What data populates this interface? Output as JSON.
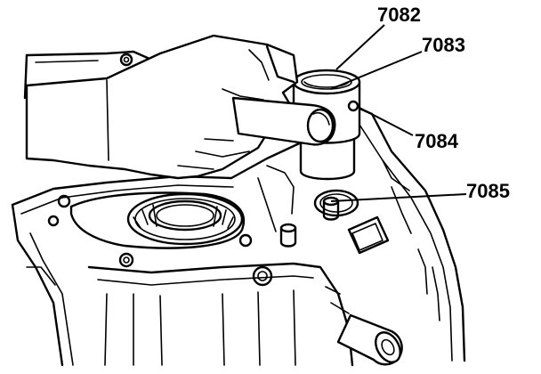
{
  "callouts": [
    {
      "id": "7082",
      "label": "7082"
    },
    {
      "id": "7083",
      "label": "7083"
    },
    {
      "id": "7084",
      "label": "7084"
    },
    {
      "id": "7085",
      "label": "7085"
    }
  ],
  "colors": {
    "ink": "#000000",
    "paper": "#ffffff"
  }
}
